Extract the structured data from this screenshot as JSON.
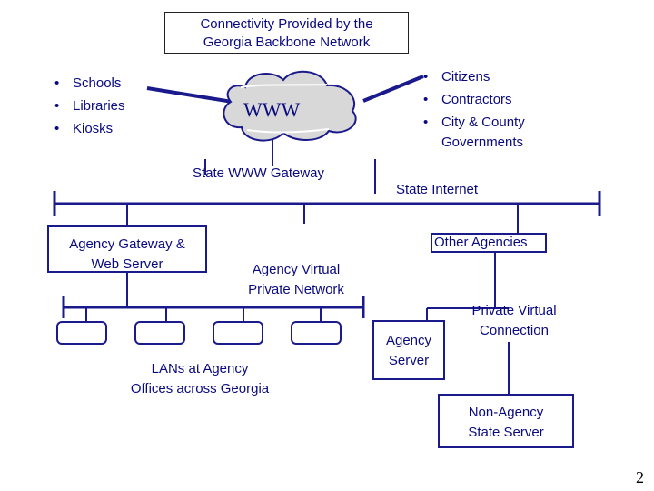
{
  "title": {
    "line1": "Connectivity Provided by the",
    "line2": "Georgia Backbone Network"
  },
  "left_list": [
    "Schools",
    "Libraries",
    "Kiosks"
  ],
  "right_list": [
    "Citizens",
    "Contractors",
    "City & County",
    "Governments"
  ],
  "www_label": "WWW",
  "state_www_gateway": "State WWW Gateway",
  "state_internet": "State Internet",
  "agency_gateway": {
    "line1": "Agency Gateway &",
    "line2": "Web Server"
  },
  "other_agencies": "Other Agencies",
  "agency_vpn": {
    "line1": "Agency Virtual",
    "line2": "Private Network"
  },
  "lans": {
    "line1": "LANs at Agency",
    "line2": "Offices across Georgia"
  },
  "agency_server": {
    "line1": "Agency",
    "line2": "Server"
  },
  "private_virtual_connection": {
    "line1": "Private Virtual",
    "line2": "Connection"
  },
  "non_agency_server": {
    "line1": "Non-Agency",
    "line2": "State Server"
  },
  "page_number": "2",
  "colors": {
    "ink": "#0a0a80",
    "line": "#1a1a8c",
    "cloud_fill": "#d8d8d8"
  }
}
